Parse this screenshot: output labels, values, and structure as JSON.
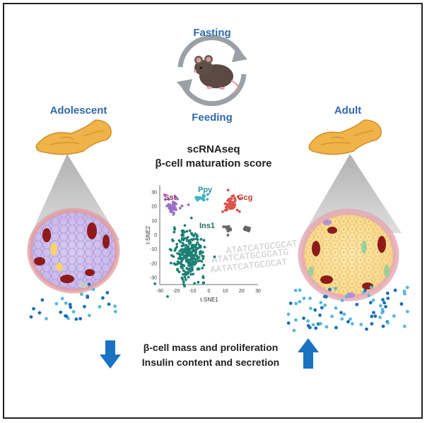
{
  "cycle": {
    "top_label": "Fasting",
    "bottom_label": "Feeding"
  },
  "left_panel": {
    "label": "Adolescent"
  },
  "right_panel": {
    "label": "Adult"
  },
  "center": {
    "title_line1": "scRNAseq",
    "title_line2": "β-cell maturation score"
  },
  "bottom": {
    "line1": "β-cell mass and proliferation",
    "line2": "Insulin content and secretion"
  },
  "dna_text": [
    "ATATCATGCGCAT",
    "ATATCATGCGCATG",
    "AATATCATGCGCAT"
  ],
  "colors": {
    "title_blue": "#2e6aa8",
    "arrow_blue": "#1a73c0",
    "sst": "#9c6fc4",
    "ppy": "#3fb4c6",
    "gcg": "#d9544f",
    "ins1": "#1d7f74",
    "other": "#555555"
  },
  "chart_data": {
    "type": "scatter",
    "xlabel": "t-SNE1",
    "ylabel": "t-SNE2",
    "xlim": [
      -30,
      30
    ],
    "ylim": [
      -35,
      35
    ],
    "xticks": [
      "-30",
      "-20",
      "-10",
      "0",
      "10",
      "20",
      "30"
    ],
    "yticks": [
      "30",
      "20",
      "10",
      "0",
      "-10",
      "-20",
      "-30"
    ],
    "clusters": [
      {
        "name": "Sst",
        "color": "#9c6fc4",
        "center": [
          -22,
          20
        ],
        "spread": [
          3.5,
          4
        ],
        "n": 40
      },
      {
        "name": "Ppy",
        "color": "#3fb4c6",
        "center": [
          -5,
          26
        ],
        "spread": [
          3.5,
          1.5
        ],
        "n": 22
      },
      {
        "name": "Gcg",
        "color": "#d9544f",
        "center": [
          13,
          21
        ],
        "spread": [
          3.5,
          4.5
        ],
        "n": 55
      },
      {
        "name": "Ins1",
        "color": "#1d7f74",
        "center": [
          -12,
          -14
        ],
        "spread": [
          7,
          12
        ],
        "n": 260
      },
      {
        "name": "",
        "color": "#666666",
        "center": [
          12,
          4
        ],
        "spread": [
          2.5,
          1.5
        ],
        "n": 14
      },
      {
        "name": "",
        "color": "#666666",
        "center": [
          23,
          4
        ],
        "spread": [
          2,
          2
        ],
        "n": 16
      }
    ],
    "cluster_labels": [
      "Sst",
      "Ppy",
      "Gcg",
      "Ins1"
    ]
  }
}
